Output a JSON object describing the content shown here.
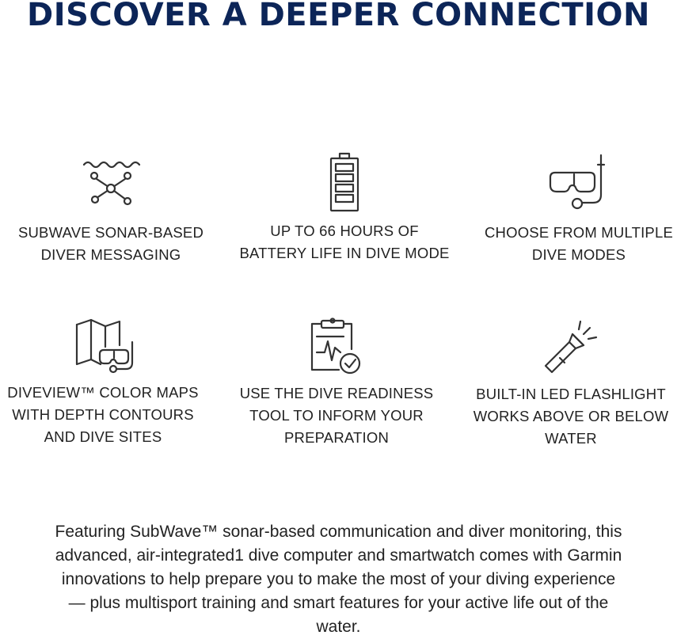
{
  "title": "DISCOVER A DEEPER CONNECTION",
  "features": [
    {
      "icon": "sonar-network-icon",
      "lines": [
        "SUBWAVE SONAR-BASED",
        "DIVER MESSAGING"
      ]
    },
    {
      "icon": "battery-icon",
      "lines": [
        "UP TO 66 HOURS OF",
        "BATTERY LIFE IN DIVE MODE"
      ]
    },
    {
      "icon": "dive-mask-snorkel-icon",
      "lines": [
        "CHOOSE FROM MULTIPLE",
        "DIVE MODES"
      ]
    },
    {
      "icon": "map-mask-icon",
      "lines": [
        "DIVEVIEW™ COLOR MAPS",
        "WITH DEPTH CONTOURS",
        "AND DIVE SITES"
      ]
    },
    {
      "icon": "readiness-clipboard-icon",
      "lines": [
        "USE THE DIVE READINESS",
        "TOOL TO INFORM YOUR",
        "PREPARATION"
      ]
    },
    {
      "icon": "flashlight-icon",
      "lines": [
        "BUILT-IN LED FLASHLIGHT",
        "WORKS ABOVE OR BELOW",
        "WATER"
      ]
    }
  ],
  "description": {
    "lines": [
      "Featuring SubWave™ sonar-based communication and diver monitoring, this",
      "advanced, air-integrated1 dive computer and smartwatch comes with Garmin",
      "innovations to help prepare you to make the most of your diving experience",
      "— plus multisport training and smart features for your active life out of the",
      "water."
    ]
  },
  "colors": {
    "title": "#0c2558",
    "text": "#222222",
    "icon": "#333333"
  }
}
